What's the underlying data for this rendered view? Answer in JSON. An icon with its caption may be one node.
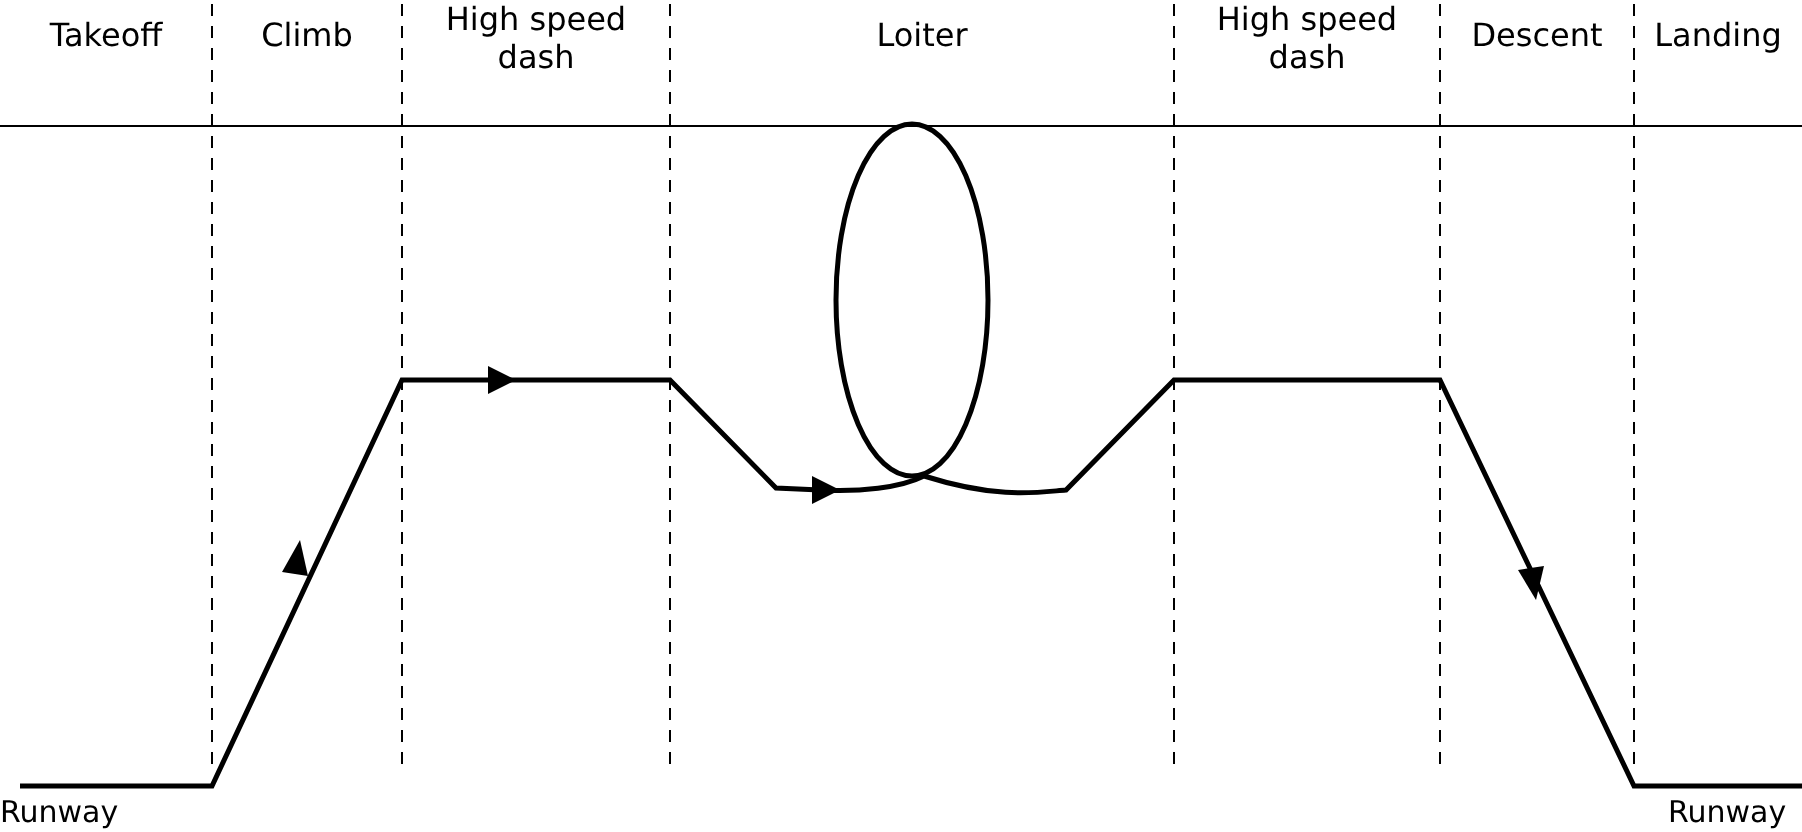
{
  "diagram": {
    "labels": [
      "Takeoff",
      "Climb",
      "High speed dash",
      "Loiter",
      "High speed dash",
      "Descent",
      "Landing",
      "Runway",
      "Runway"
    ]
  }
}
